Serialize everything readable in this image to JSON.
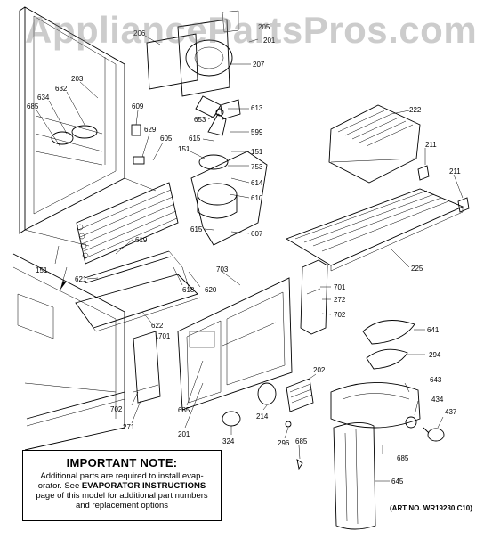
{
  "watermark": "AppliancePartsPros.com",
  "note": {
    "title": "IMPORTANT NOTE:",
    "line1": "Additional parts are required to install evap-",
    "line2_pre": "orator.  See ",
    "line2_bold": "EVAPORATOR INSTRUCTIONS",
    "line3": "page of this model for additional part numbers",
    "line4": "and replacement options"
  },
  "art_no": "(ART NO. WR19230 C10)",
  "callouts": [
    {
      "id": "c206",
      "text": "206"
    },
    {
      "id": "c205",
      "text": "205"
    },
    {
      "id": "c201a",
      "text": "201"
    },
    {
      "id": "c207",
      "text": "207"
    },
    {
      "id": "c203",
      "text": "203"
    },
    {
      "id": "c632",
      "text": "632"
    },
    {
      "id": "c634",
      "text": "634"
    },
    {
      "id": "c685a",
      "text": "685"
    },
    {
      "id": "c609",
      "text": "609"
    },
    {
      "id": "c629",
      "text": "629"
    },
    {
      "id": "c605",
      "text": "605"
    },
    {
      "id": "c653",
      "text": "653"
    },
    {
      "id": "c613",
      "text": "613"
    },
    {
      "id": "c599",
      "text": "599"
    },
    {
      "id": "c615a",
      "text": "615"
    },
    {
      "id": "c151a",
      "text": "151"
    },
    {
      "id": "c151b",
      "text": "151"
    },
    {
      "id": "c753",
      "text": "753"
    },
    {
      "id": "c614",
      "text": "614"
    },
    {
      "id": "c610",
      "text": "610"
    },
    {
      "id": "c615b",
      "text": "615"
    },
    {
      "id": "c607",
      "text": "607"
    },
    {
      "id": "c222",
      "text": "222"
    },
    {
      "id": "c211a",
      "text": "211"
    },
    {
      "id": "c211b",
      "text": "211"
    },
    {
      "id": "c225",
      "text": "225"
    },
    {
      "id": "c151c",
      "text": "151"
    },
    {
      "id": "c619",
      "text": "619"
    },
    {
      "id": "c621",
      "text": "621"
    },
    {
      "id": "c618",
      "text": "618"
    },
    {
      "id": "c620",
      "text": "620"
    },
    {
      "id": "c703",
      "text": "703"
    },
    {
      "id": "c701a",
      "text": "701"
    },
    {
      "id": "c272",
      "text": "272"
    },
    {
      "id": "c702a",
      "text": "702"
    },
    {
      "id": "c622",
      "text": "622"
    },
    {
      "id": "c701b",
      "text": "701"
    },
    {
      "id": "c641",
      "text": "641"
    },
    {
      "id": "c294",
      "text": "294"
    },
    {
      "id": "c202",
      "text": "202"
    },
    {
      "id": "c643",
      "text": "643"
    },
    {
      "id": "c434",
      "text": "434"
    },
    {
      "id": "c437",
      "text": "437"
    },
    {
      "id": "c702b",
      "text": "702"
    },
    {
      "id": "c271",
      "text": "271"
    },
    {
      "id": "c685b",
      "text": "685"
    },
    {
      "id": "c201b",
      "text": "201"
    },
    {
      "id": "c214",
      "text": "214"
    },
    {
      "id": "c324",
      "text": "324"
    },
    {
      "id": "c296",
      "text": "296"
    },
    {
      "id": "c685c",
      "text": "685"
    },
    {
      "id": "c685d",
      "text": "685"
    },
    {
      "id": "c645",
      "text": "645"
    }
  ]
}
